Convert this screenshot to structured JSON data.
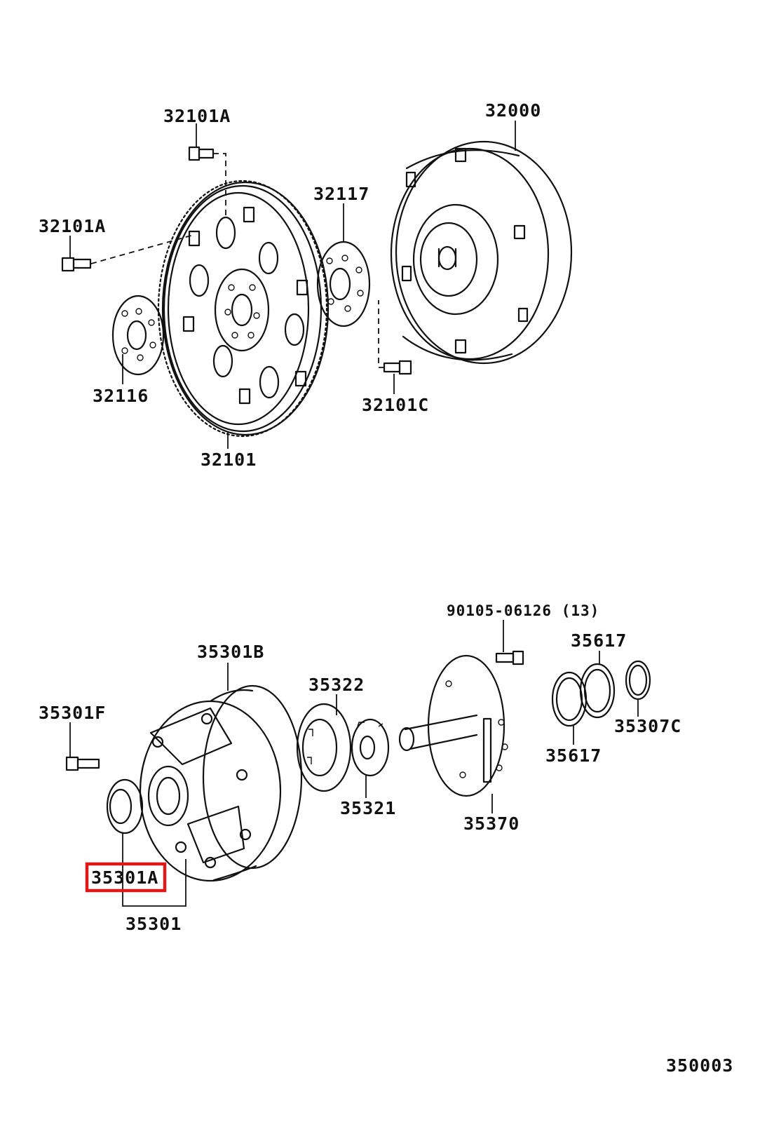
{
  "labels": {
    "p32000": "32000",
    "p32101A_top": "32101A",
    "p32101A_left": "32101A",
    "p32117": "32117",
    "p32116": "32116",
    "p32101C": "32101C",
    "p32101": "32101",
    "p90105": "90105-06126 (13)",
    "p35617_top": "35617",
    "p35301B": "35301B",
    "p35322": "35322",
    "p35301F": "35301F",
    "p35307C": "35307C",
    "p35617_bottom": "35617",
    "p35321": "35321",
    "p35370": "35370",
    "p35301A": "35301A",
    "p35301": "35301",
    "diagram_id": "350003"
  },
  "highlight": {
    "part": "35301A",
    "color": "#e01818"
  }
}
